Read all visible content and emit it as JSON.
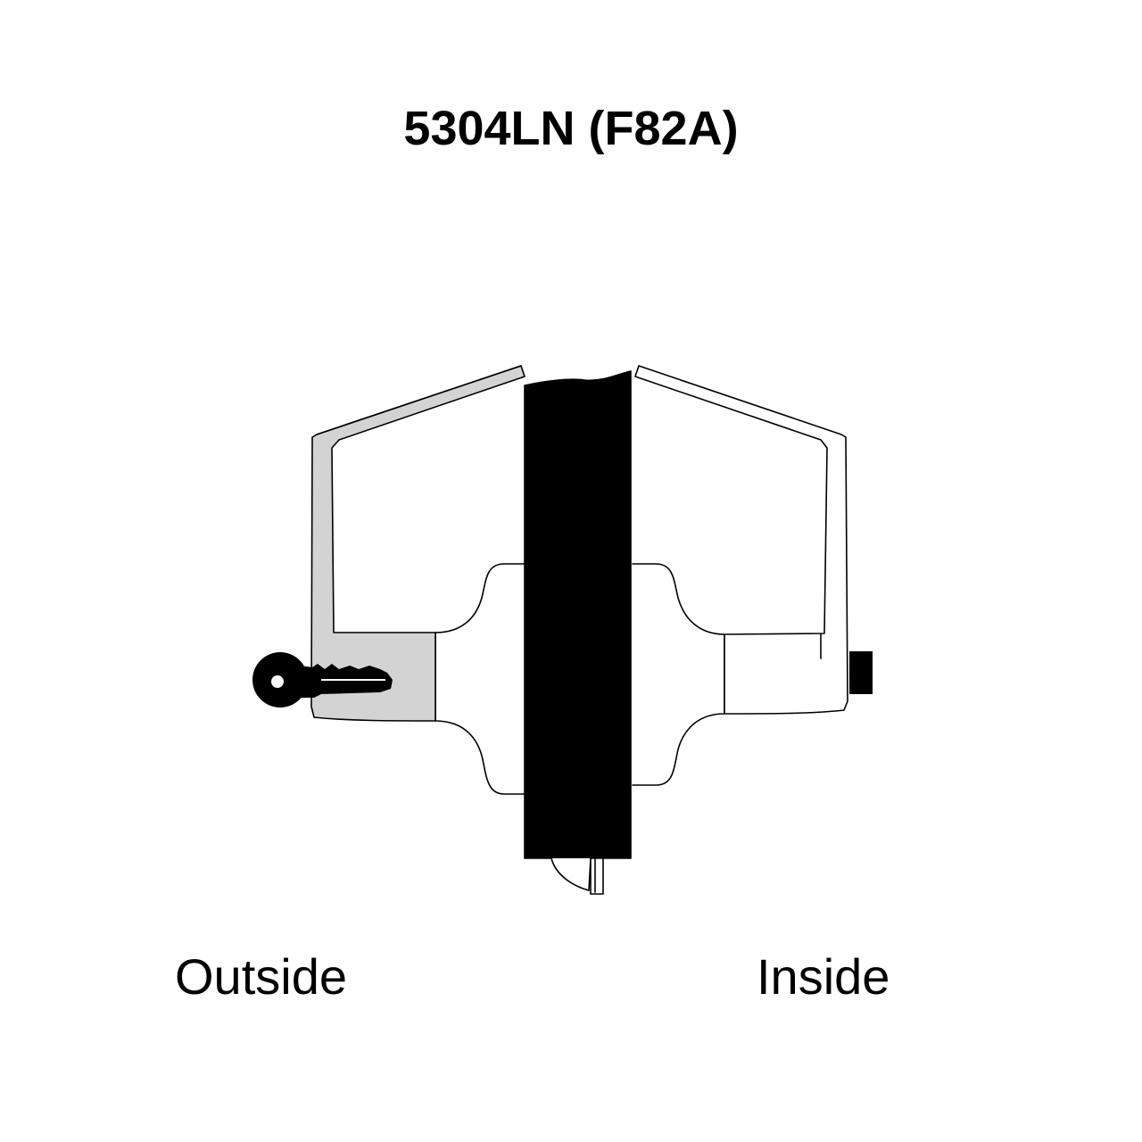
{
  "diagram": {
    "title": "5304LN (F82A)",
    "labels": {
      "outside": "Outside",
      "inside": "Inside"
    },
    "colors": {
      "outside_lever": "#d3d3d3",
      "door": "#000000",
      "outline": "#000000",
      "background": "#ffffff"
    },
    "icons": {
      "key": "key-icon",
      "thumbturn": "thumbturn-icon"
    }
  }
}
